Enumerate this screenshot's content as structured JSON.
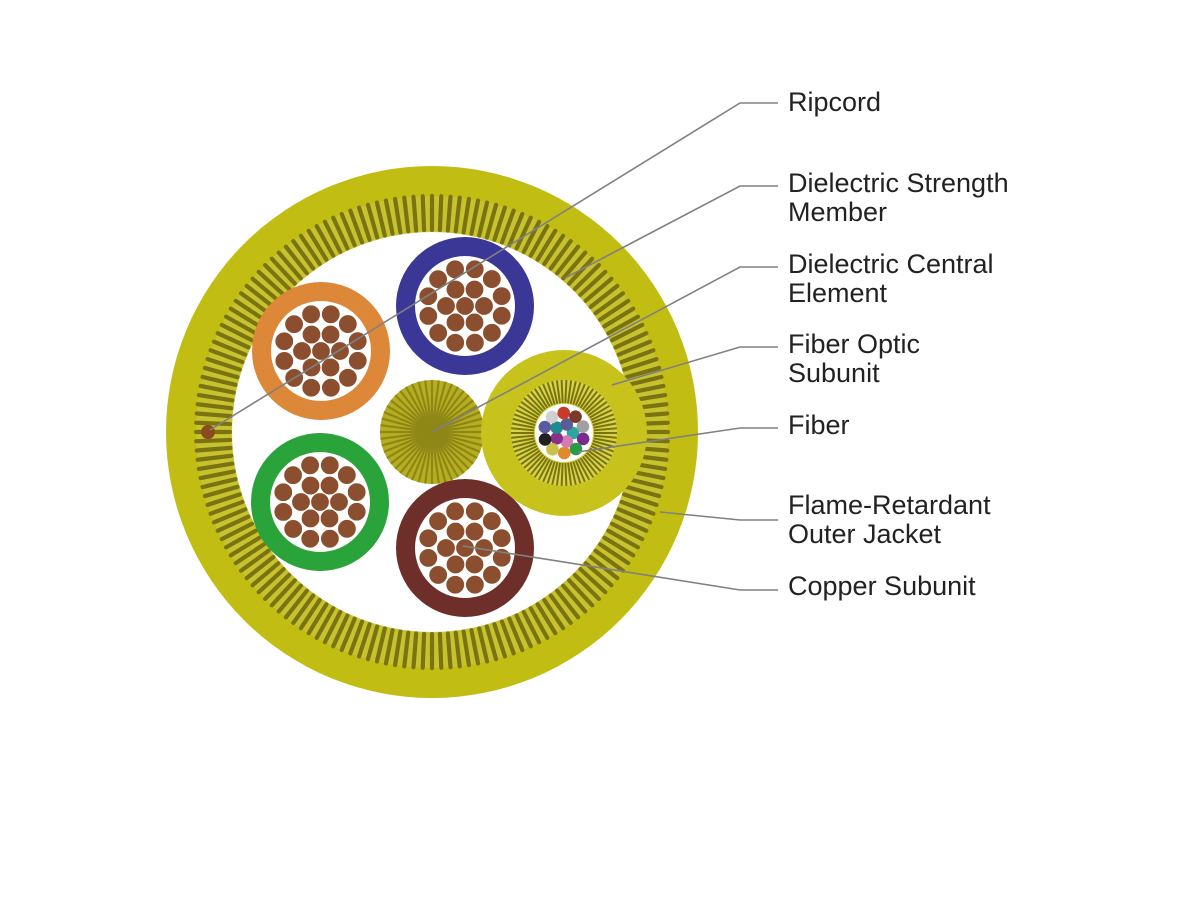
{
  "colors": {
    "jacket": "#c2bd12",
    "jacket_dark": "#b3ae0e",
    "strength_member": "#7a7410",
    "strength_light": "#c9c230",
    "core_fill": "#ffffff",
    "central_element": "#8e8616",
    "copper": "#8b4f2f",
    "copper_light": "#9a5a35",
    "fiber_subunit": "#c7c21c",
    "leader_line": "#808080",
    "label_text": "#222222",
    "ripcord": "#8b4a1e"
  },
  "subunits": [
    {
      "name": "orange",
      "color": "#dd8838"
    },
    {
      "name": "blue",
      "color": "#3a3796"
    },
    {
      "name": "green",
      "color": "#2aa33a"
    },
    {
      "name": "maroon",
      "color": "#6e2f2a"
    }
  ],
  "fiber_colors": [
    "#2aa8a0",
    "#d47ab4",
    "#8a2f8a",
    "#1f8a8f",
    "#5b5b9a",
    "#7a2a8a",
    "#2a9a4a",
    "#e08a30",
    "#c9c24a",
    "#202020",
    "#5a5aa0",
    "#d0d0d0",
    "#c83a2a",
    "#7a3a2a",
    "#a0a0a0"
  ],
  "labels": [
    {
      "id": "ripcord",
      "lines": [
        "Ripcord"
      ]
    },
    {
      "id": "strength",
      "lines": [
        "Dielectric Strength",
        "Member"
      ]
    },
    {
      "id": "central",
      "lines": [
        "Dielectric Central",
        "Element"
      ]
    },
    {
      "id": "fiber-subunit",
      "lines": [
        "Fiber Optic",
        "Subunit"
      ]
    },
    {
      "id": "fiber",
      "lines": [
        "Fiber"
      ]
    },
    {
      "id": "jacket",
      "lines": [
        "Flame-Retardant",
        "Outer Jacket"
      ]
    },
    {
      "id": "copper",
      "lines": [
        "Copper Subunit"
      ]
    }
  ]
}
